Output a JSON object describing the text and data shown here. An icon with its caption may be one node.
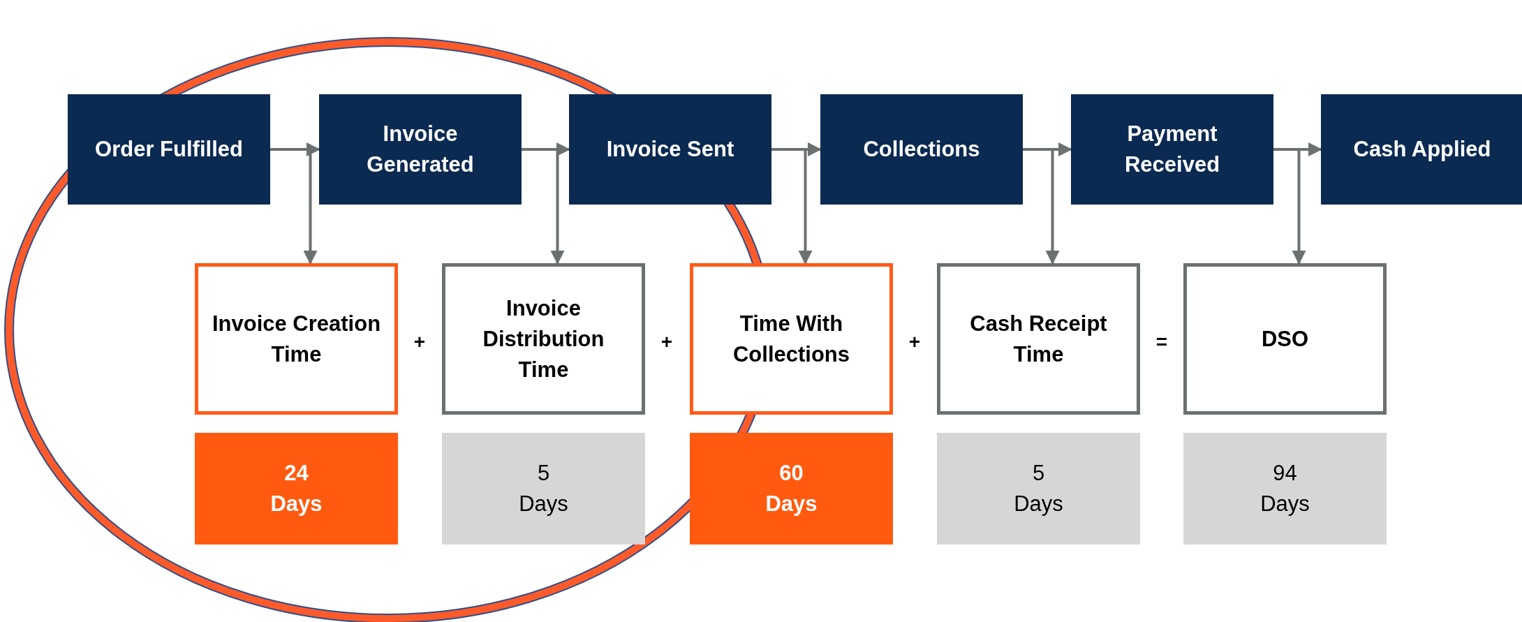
{
  "diagram": {
    "nodes": [
      {
        "text": [
          "Order Fulfilled"
        ]
      },
      {
        "text": [
          "Invoice Generated"
        ]
      },
      {
        "text": [
          "Invoice Sent"
        ]
      },
      {
        "text": [
          "Collections"
        ]
      },
      {
        "text": [
          "Payment Received"
        ]
      },
      {
        "text": [
          "Cash Applied"
        ]
      },
      {
        "text": [
          "Invoice Creation Time"
        ]
      },
      {
        "text": [
          "Invoice Distribution Time"
        ]
      },
      {
        "text": [
          "Time With Collections"
        ]
      },
      {
        "text": [
          "Cash Receipt Time"
        ]
      },
      {
        "text": [
          "DSO"
        ]
      },
      {
        "text": [
          "24",
          "Days"
        ]
      },
      {
        "text": [
          "5",
          "Days"
        ]
      },
      {
        "text": [
          "60",
          "Days"
        ]
      },
      {
        "text": [
          "5",
          "Days"
        ]
      },
      {
        "text": [
          "94",
          "Days"
        ]
      }
    ],
    "edges": [
      {
        "from": 0,
        "to": 1,
        "arrow": "to"
      },
      {
        "from": 0,
        "to": 6,
        "arrow": "to"
      },
      {
        "from": 1,
        "to": 2,
        "arrow": "to"
      },
      {
        "from": 1,
        "to": 7,
        "arrow": "to"
      },
      {
        "from": 2,
        "to": 3,
        "arrow": "to"
      },
      {
        "from": 2,
        "to": 8,
        "arrow": "to"
      },
      {
        "from": 3,
        "to": 4,
        "arrow": "to"
      },
      {
        "from": 3,
        "to": 9,
        "arrow": "to"
      },
      {
        "from": 4,
        "to": 5,
        "arrow": "to"
      },
      {
        "from": 4,
        "to": 10,
        "arrow": "to"
      }
    ],
    "labels": [
      "+",
      "+",
      "+",
      "="
    ]
  }
}
